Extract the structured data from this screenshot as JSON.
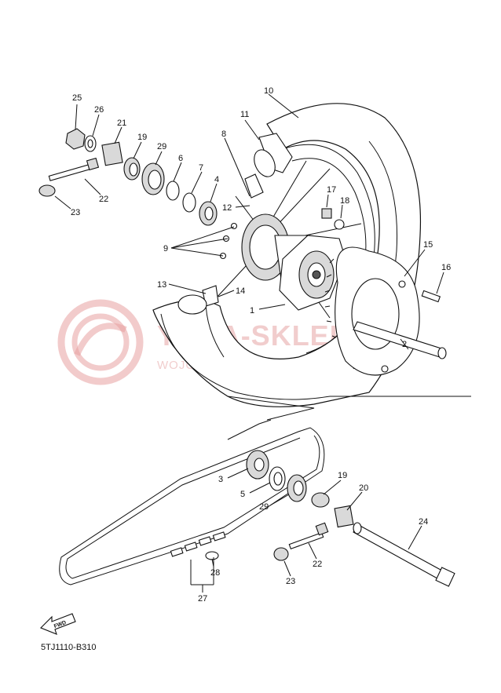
{
  "diagram_code": "5TJ1110-B310",
  "fwd_label": "FWD",
  "watermark": {
    "line1": "YAMA-SKLEP.PL",
    "line2": "WOJCIECHOWICZ DEALER YAMAHA",
    "logo_color": "#e8a0a0"
  },
  "callouts": [
    "1",
    "2",
    "3",
    "4",
    "5",
    "6",
    "7",
    "8",
    "9",
    "10",
    "11",
    "12",
    "13",
    "14",
    "15",
    "16",
    "17",
    "18",
    "19",
    "20",
    "21",
    "22",
    "23",
    "24",
    "25",
    "26",
    "27",
    "28",
    "29"
  ]
}
